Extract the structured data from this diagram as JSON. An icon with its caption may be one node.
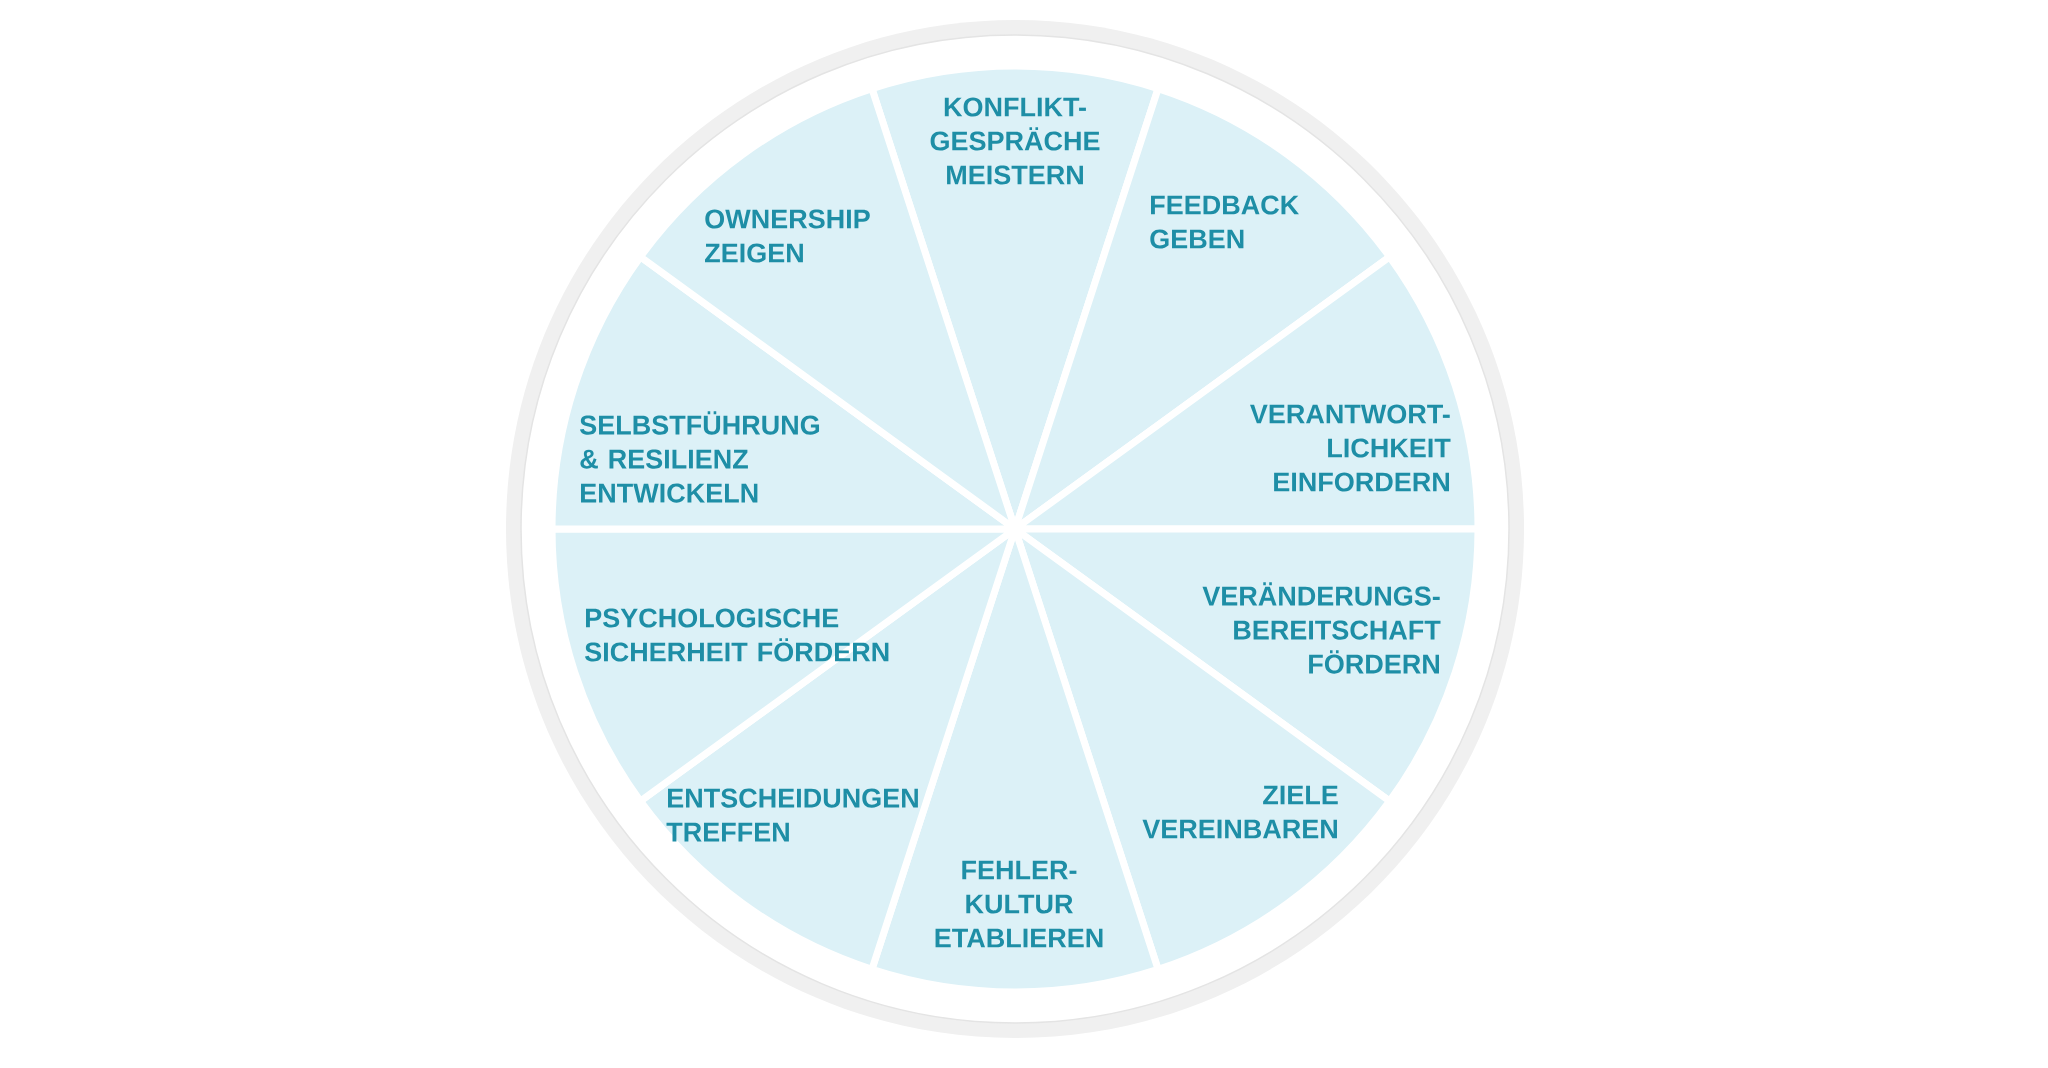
{
  "diagram": {
    "nodes": [
      {
        "text": [
          "KONFLIKT-GESPRÄCHE MEISTERN"
        ]
      },
      {
        "text": [
          "FEEDBACK GEBEN"
        ]
      },
      {
        "text": [
          "VERANTWORT-LICHKEIT EINFORDERN"
        ]
      },
      {
        "text": [
          "VERÄNDERUNGS-BEREITSCHAFT FÖRDERN"
        ]
      },
      {
        "text": [
          "ZIELE VEREINBAREN"
        ]
      },
      {
        "text": [
          "FEHLER-KULTUR ETABLIEREN"
        ]
      },
      {
        "text": [
          "ENTSCHEIDUNGEN TREFFEN"
        ]
      },
      {
        "text": [
          "PSYCHOLOGISCHE SICHERHEIT FÖRDERN"
        ]
      },
      {
        "text": [
          "SELBSTFÜHRUNG & RESILIENZ ENTWICKELN"
        ]
      },
      {
        "text": [
          "OWNERSHIP ZEIGEN"
        ]
      }
    ]
  }
}
